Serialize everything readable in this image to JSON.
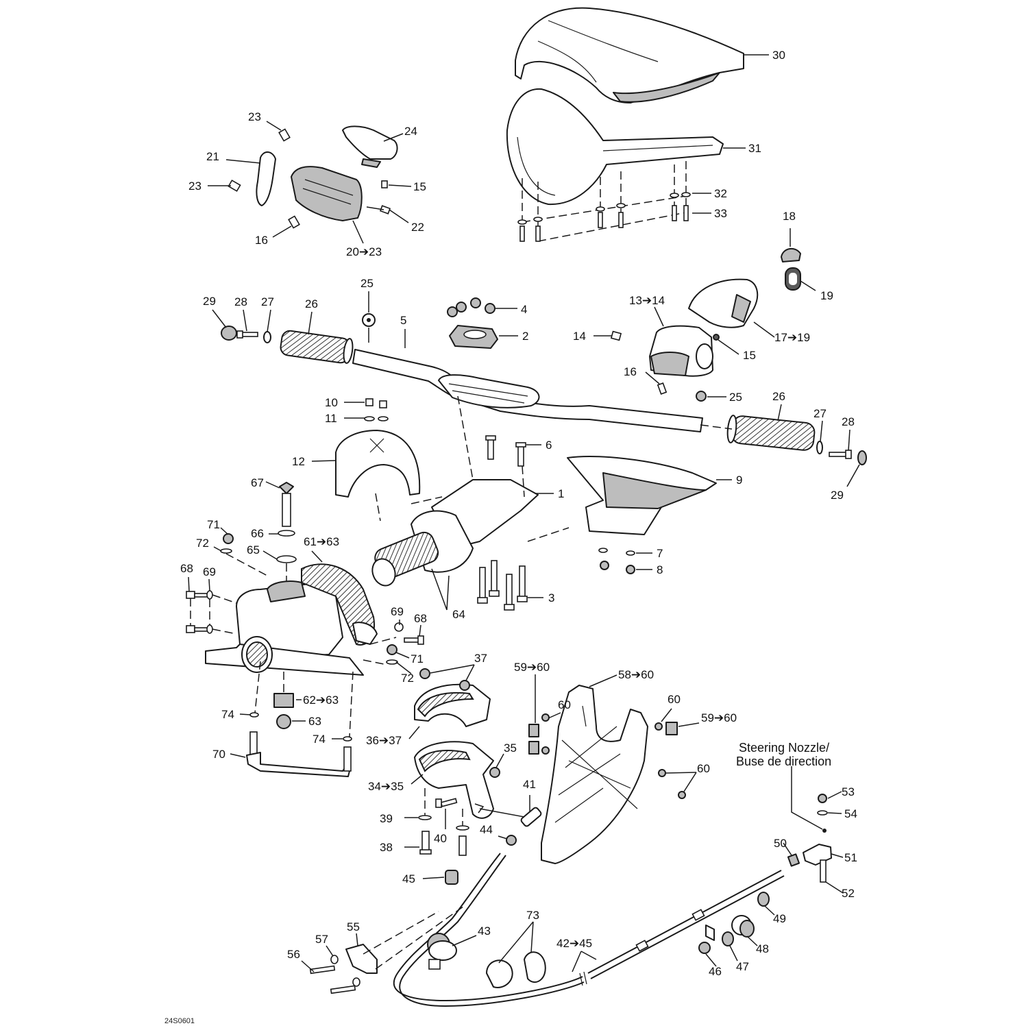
{
  "diagram": {
    "reference_code": "24S0601",
    "note_line_1": "Steering Nozzle/",
    "note_line_2": "Buse de direction",
    "callouts": {
      "c30": "30",
      "c31": "31",
      "c32": "32",
      "c33": "33",
      "c23a": "23",
      "c24": "24",
      "c21": "21",
      "c23b": "23",
      "c15a": "15",
      "c22": "22",
      "c16a": "16",
      "c20_23": "20➔23",
      "c18": "18",
      "c19": "19",
      "c29a": "29",
      "c28a": "28",
      "c27a": "27",
      "c26a": "26",
      "c25a": "25",
      "c5": "5",
      "c4": "4",
      "c2": "2",
      "c13_14": "13➔14",
      "c14": "14",
      "c17_19": "17➔19",
      "c15b": "15",
      "c16b": "16",
      "c25b": "25",
      "c26b": "26",
      "c27b": "27",
      "c28b": "28",
      "c29b": "29",
      "c10": "10",
      "c11": "11",
      "c12": "12",
      "c6": "6",
      "c1": "1",
      "c9": "9",
      "c7": "7",
      "c8": "8",
      "c3": "3",
      "c64": "64",
      "c67": "67",
      "c71a": "71",
      "c72a": "72",
      "c66": "66",
      "c65": "65",
      "c61_63": "61➔63",
      "c68a": "68",
      "c69a": "69",
      "c69b": "69",
      "c68b": "68",
      "c71b": "71",
      "c72b": "72",
      "c62_63": "62➔63",
      "c74a": "74",
      "c63": "63",
      "c74b": "74",
      "c70": "70",
      "c37": "37",
      "c36_37": "36➔37",
      "c35": "35",
      "c34_35": "34➔35",
      "c39": "39",
      "c40": "40",
      "c38": "38",
      "c41": "41",
      "c44": "44",
      "c45": "45",
      "c59_60a": "59➔60",
      "c60a": "60",
      "c58_60": "58➔60",
      "c60b": "60",
      "c59_60b": "59➔60",
      "c60c": "60",
      "c53": "53",
      "c54": "54",
      "c50": "50",
      "c51": "51",
      "c52": "52",
      "c49": "49",
      "c48": "48",
      "c47": "47",
      "c46": "46",
      "c55": "55",
      "c57": "57",
      "c56": "56",
      "c43": "43",
      "c73": "73",
      "c42_45": "42➔45"
    }
  }
}
